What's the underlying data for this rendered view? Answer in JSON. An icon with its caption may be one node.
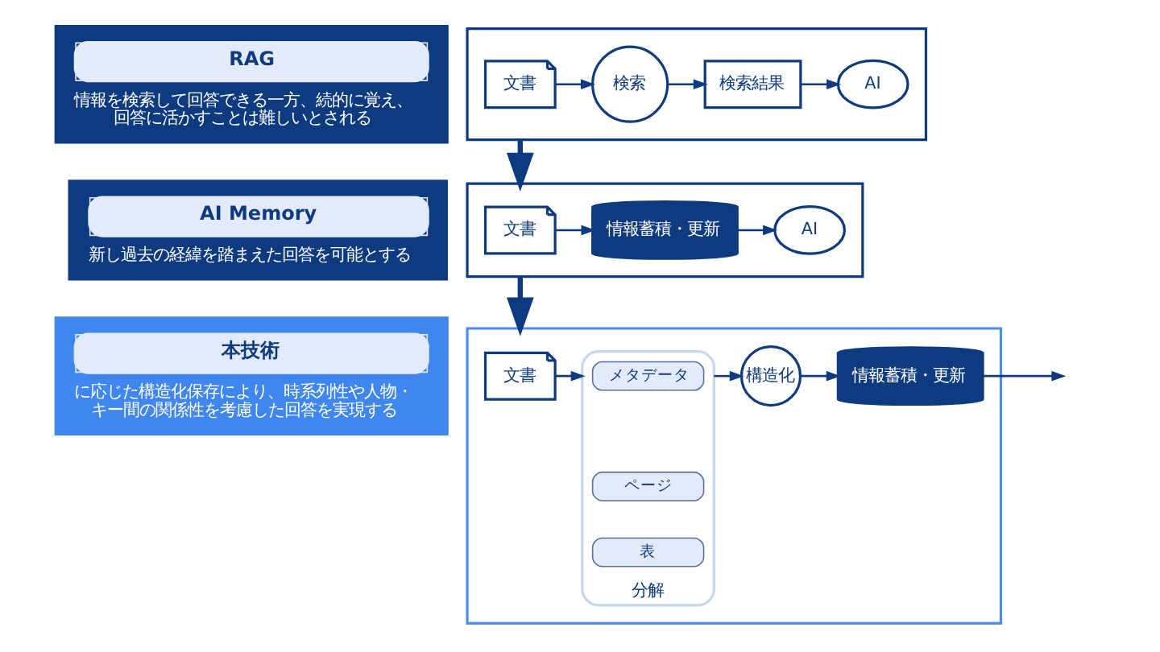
{
  "diagram": {
    "nodes": [
      {
        "text": [
          "RAG",
          "情報を検索して回答できる一方、続的に覚え、回答に活かすことは難しいとされる"
        ]
      },
      {
        "text": [],
        "shape": "box"
      },
      {
        "text": [
          "文書"
        ],
        "in": 1
      },
      {
        "text": [
          "検索"
        ],
        "in": 1
      },
      {
        "text": [
          "検索結果"
        ],
        "in": 1
      },
      {
        "text": [
          "AI"
        ],
        "in": 1
      },
      {
        "text": [
          "AI Memory",
          "新し過去の経緯を踏まえた回答を可能とする"
        ]
      },
      {
        "text": [],
        "shape": "box"
      },
      {
        "text": [
          "文書"
        ],
        "in": 7
      },
      {
        "text": [
          "情報蓄積・更新"
        ],
        "in": 7
      },
      {
        "text": [
          "AI"
        ],
        "in": 7
      },
      {
        "text": [
          "本技術",
          "に応じた構造化保存により、時系列性や人物・キー間の関係性を考慮した回答を実現する"
        ]
      },
      {
        "text": [],
        "shape": "box"
      },
      {
        "text": [
          "文書"
        ],
        "in": 12
      },
      {
        "text": [
          "分解"
        ],
        "in": 12
      },
      {
        "text": [
          "メタデータ"
        ],
        "in": 14
      },
      {
        "text": [
          "ページ"
        ],
        "in": 14
      },
      {
        "text": [
          "表"
        ],
        "in": 14
      },
      {
        "text": [
          "構造化"
        ],
        "in": 12
      },
      {
        "text": [
          "情報蓄積・更新"
        ],
        "in": 12
      }
    ],
    "edges": [
      {
        "from": 2,
        "to": 3,
        "arrow": "to"
      },
      {
        "from": 3,
        "to": 4,
        "arrow": "to"
      },
      {
        "from": 4,
        "to": 5,
        "arrow": "to"
      },
      {
        "from": 1,
        "to": 7,
        "arrow": "to",
        "style": "thick"
      },
      {
        "from": 8,
        "to": 9,
        "arrow": "to"
      },
      {
        "from": 9,
        "to": 10,
        "arrow": "to"
      },
      {
        "from": 7,
        "to": 12,
        "arrow": "to",
        "style": "thick"
      },
      {
        "from": 13,
        "to": 14,
        "arrow": "to"
      },
      {
        "from": 14,
        "to": 18,
        "arrow": "to"
      },
      {
        "from": 18,
        "to": 19,
        "arrow": "to"
      },
      {
        "from": 19,
        "to": null,
        "arrow": "to"
      }
    ]
  }
}
